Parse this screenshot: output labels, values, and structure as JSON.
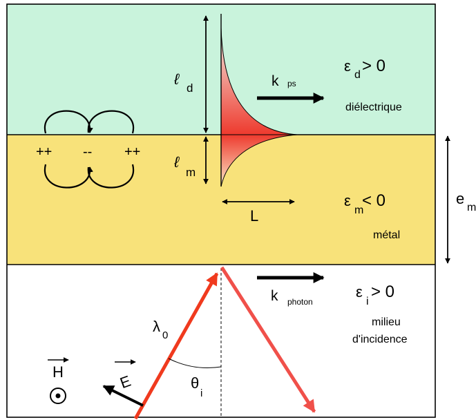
{
  "colors": {
    "dielectric": "#c9f3dc",
    "metal": "#f8e27a",
    "incidence": "#ffffff",
    "beam_incident": "#f03a1e",
    "beam_reflected": "#f0504a",
    "lambda_label": "#f03a1e",
    "field_peak": "#ee3a2e",
    "field_fade_dielectric": "#f3efe6",
    "field_fade_metal": "#fbe9c8"
  },
  "labels": {
    "l_d_symbol": "ℓ",
    "l_d_sub": "d",
    "l_m_symbol": "ℓ",
    "l_m_sub": "m",
    "k_ps_main": "k",
    "k_ps_sub": "ps",
    "eps_d_main": "ε",
    "eps_d_sub": "d",
    "eps_d_rel": "> 0",
    "dielectric_name": "diélectrique",
    "charge_left": "++",
    "charge_mid": "--",
    "charge_right": "++",
    "L": "L",
    "eps_m_main": "ε",
    "eps_m_sub": "m",
    "eps_m_rel": "< 0",
    "metal_name": "métal",
    "e_m_main": "e",
    "e_m_sub": "m",
    "k_photon_main": "k",
    "k_photon_sub": "photon",
    "eps_i_main": "ε",
    "eps_i_sub": "i",
    "eps_i_rel": "> 0",
    "incidence_line1": "milieu",
    "incidence_line2": "d'incidence",
    "lambda_main": "λ",
    "lambda_sub": "0",
    "H": "H",
    "E": "E",
    "theta_main": "θ",
    "theta_sub": "i"
  }
}
